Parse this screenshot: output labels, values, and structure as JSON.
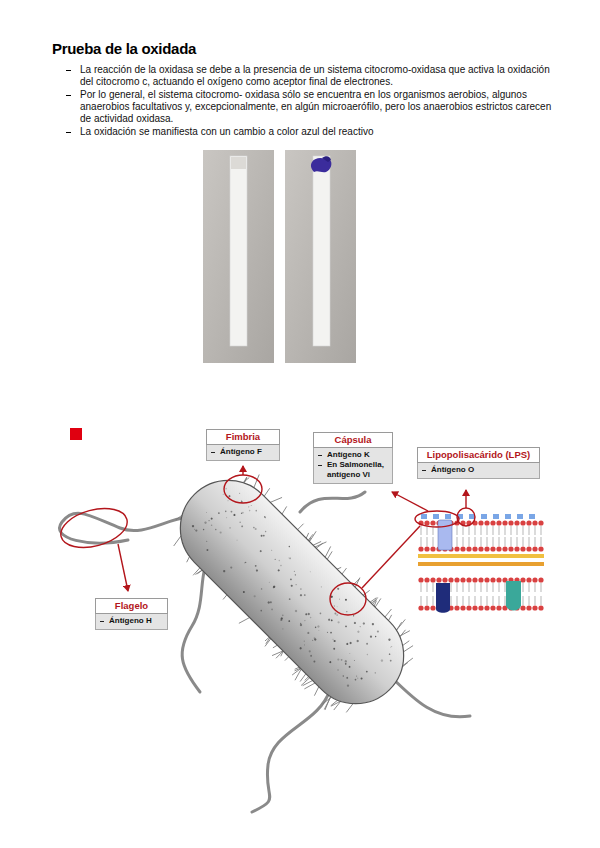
{
  "diagram": {
    "title": "Prueba de la oxidada",
    "nodes": [
      {
        "text": [
          "Fimbria",
          "Ántígeno F"
        ]
      },
      {
        "text": [
          "Cápsula",
          "Antígeno K",
          "En Salmonella, antígeno Vi"
        ]
      },
      {
        "text": [
          "Lipopolisacárido (LPS)",
          "Ántígeno O"
        ]
      },
      {
        "text": [
          "Flagelo",
          "Ántígeno H"
        ]
      }
    ],
    "labels": [
      "La reacción de la oxidasa se debe a la presencia de un sistema citocromo-oxidasa que activa la oxidación del citocromo c, actuando el oxígeno como aceptor final de electrones.",
      "Por lo general, el sistema citocromo- oxidasa sólo se encuentra en los organismos aerobios, algunos anaerobios facultativos y, excepcionalmente, en algún microaerófilo, pero los anaerobios estrictos carecen de actividad oxidasa.",
      "La oxidación se manifiesta con un cambio a color azul del reactivo"
    ]
  }
}
